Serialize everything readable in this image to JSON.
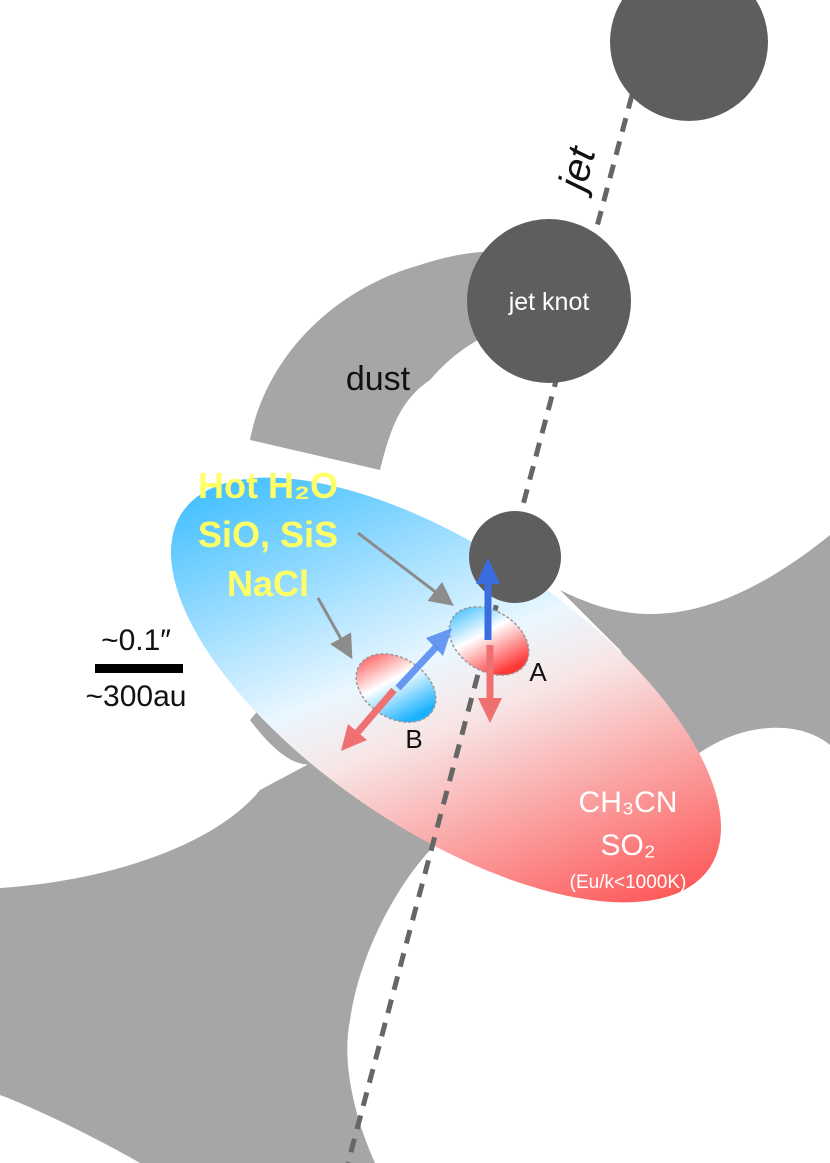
{
  "colors": {
    "background": "#ffffff",
    "dust": "#a6a6a6",
    "jet_knot": "#5e5e5e",
    "jet_line": "#666666",
    "blue": "#1ab2ff",
    "red": "#ff3a3a",
    "yellow_text": "#ffff66",
    "arrow_gray": "#8c8c8c",
    "arrow_blue": "#5a8ef0",
    "arrow_red": "#ee7070"
  },
  "labels": {
    "jet": "jet",
    "jet_knot": "jet knot",
    "dust": "dust",
    "hot_molecules": [
      "Hot H₂O",
      "SiO, SiS",
      "NaCl"
    ],
    "warm_molecules": [
      "CH₃CN",
      "SO₂"
    ],
    "energy_condition": "(Eu/k<1000K)",
    "source_a": "A",
    "source_b": "B"
  },
  "scale_bar": {
    "angular": "~0.1″",
    "physical": "~300au"
  }
}
